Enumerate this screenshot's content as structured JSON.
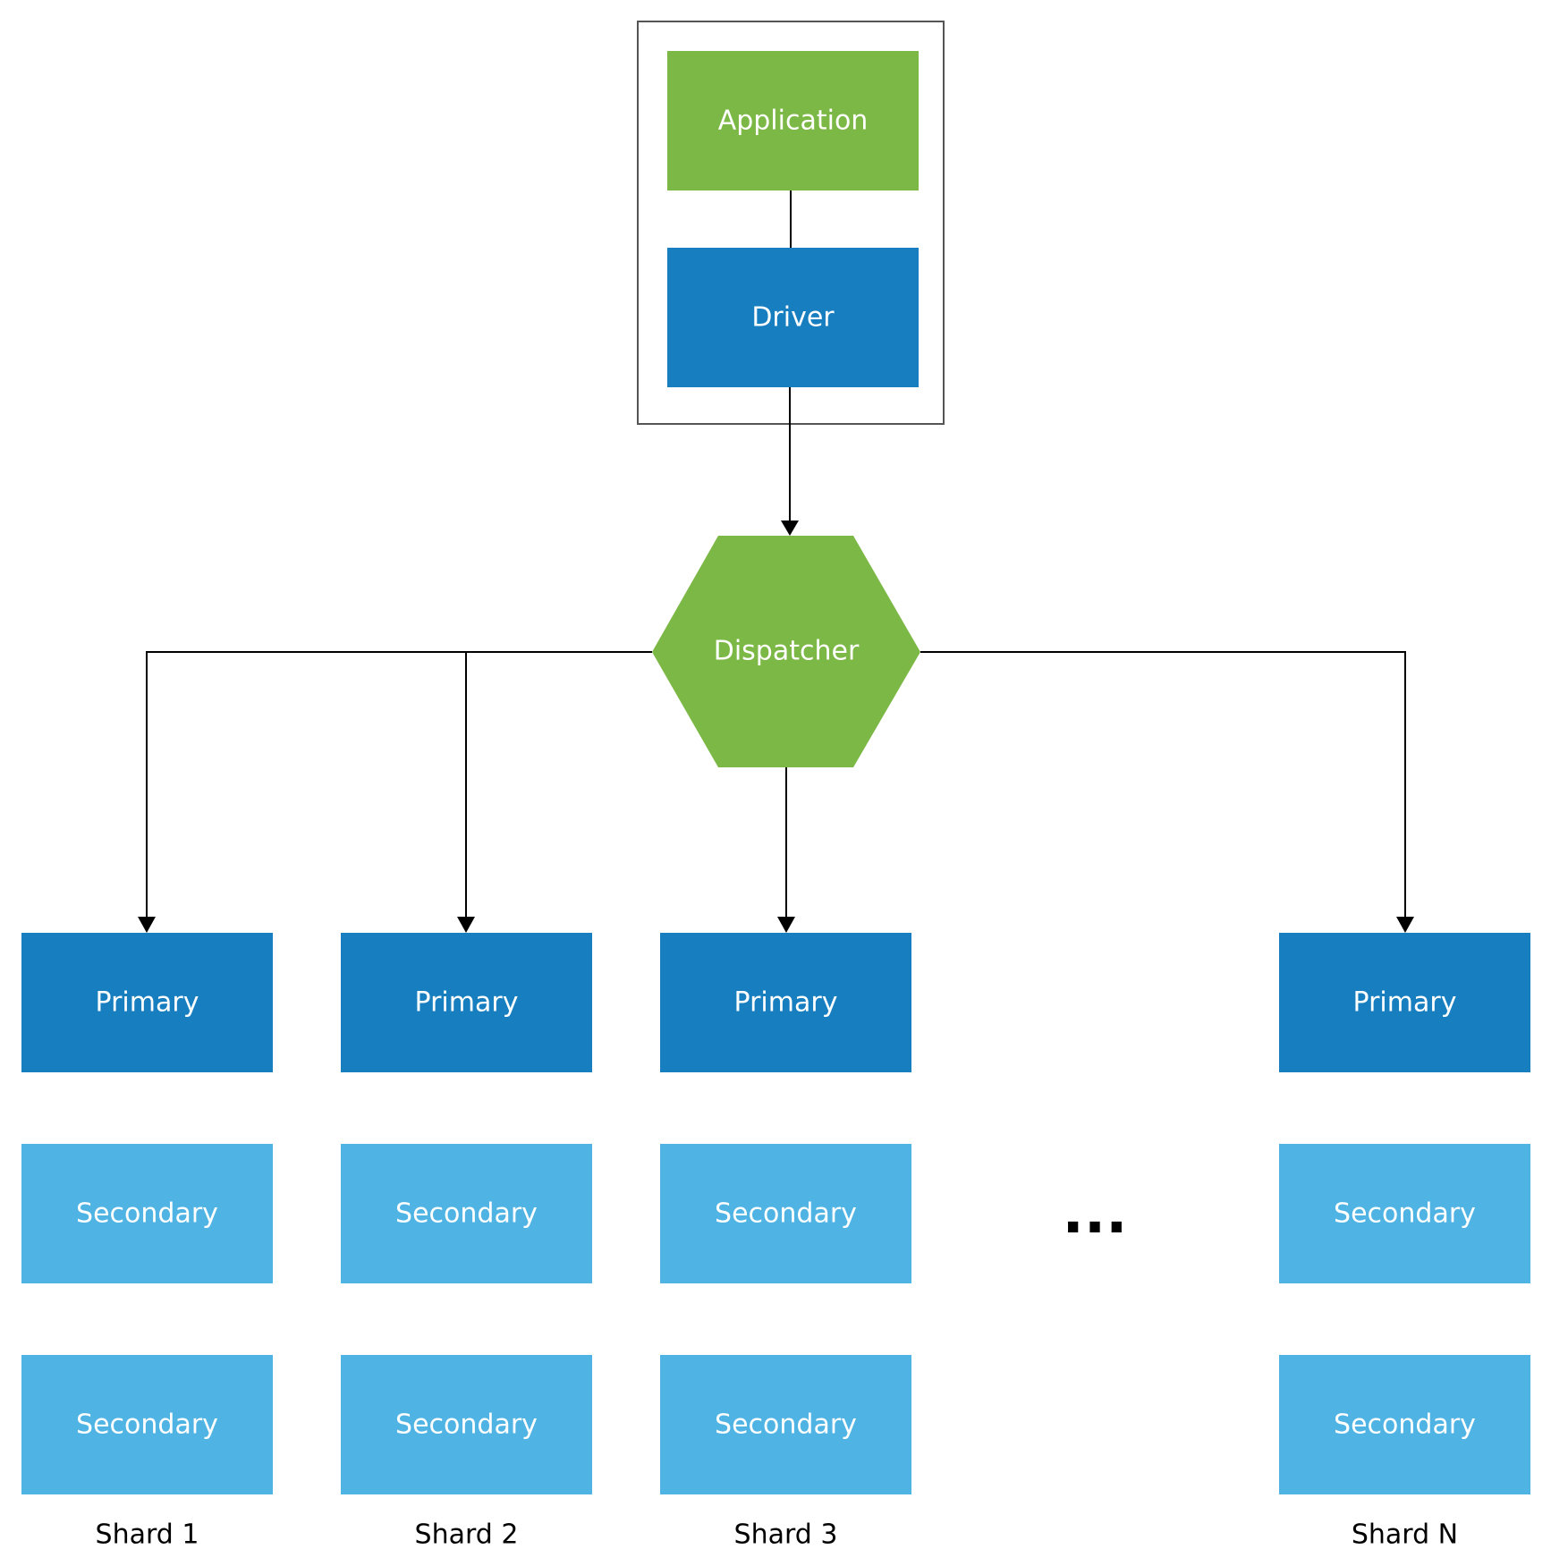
{
  "colors": {
    "green": "#7cb845",
    "primary_blue": "#177ebf",
    "secondary_blue": "#4fb3e4",
    "container_border": "#555555",
    "line": "#000000"
  },
  "application": {
    "label": "Application"
  },
  "driver": {
    "label": "Driver"
  },
  "dispatcher": {
    "label": "Dispatcher"
  },
  "ellipsis": "...",
  "shards": [
    {
      "name": "Shard 1",
      "primary": "Primary",
      "secondaries": [
        "Secondary",
        "Secondary"
      ]
    },
    {
      "name": "Shard 2",
      "primary": "Primary",
      "secondaries": [
        "Secondary",
        "Secondary"
      ]
    },
    {
      "name": "Shard 3",
      "primary": "Primary",
      "secondaries": [
        "Secondary",
        "Secondary"
      ]
    },
    {
      "name": "Shard N",
      "primary": "Primary",
      "secondaries": [
        "Secondary",
        "Secondary"
      ]
    }
  ]
}
